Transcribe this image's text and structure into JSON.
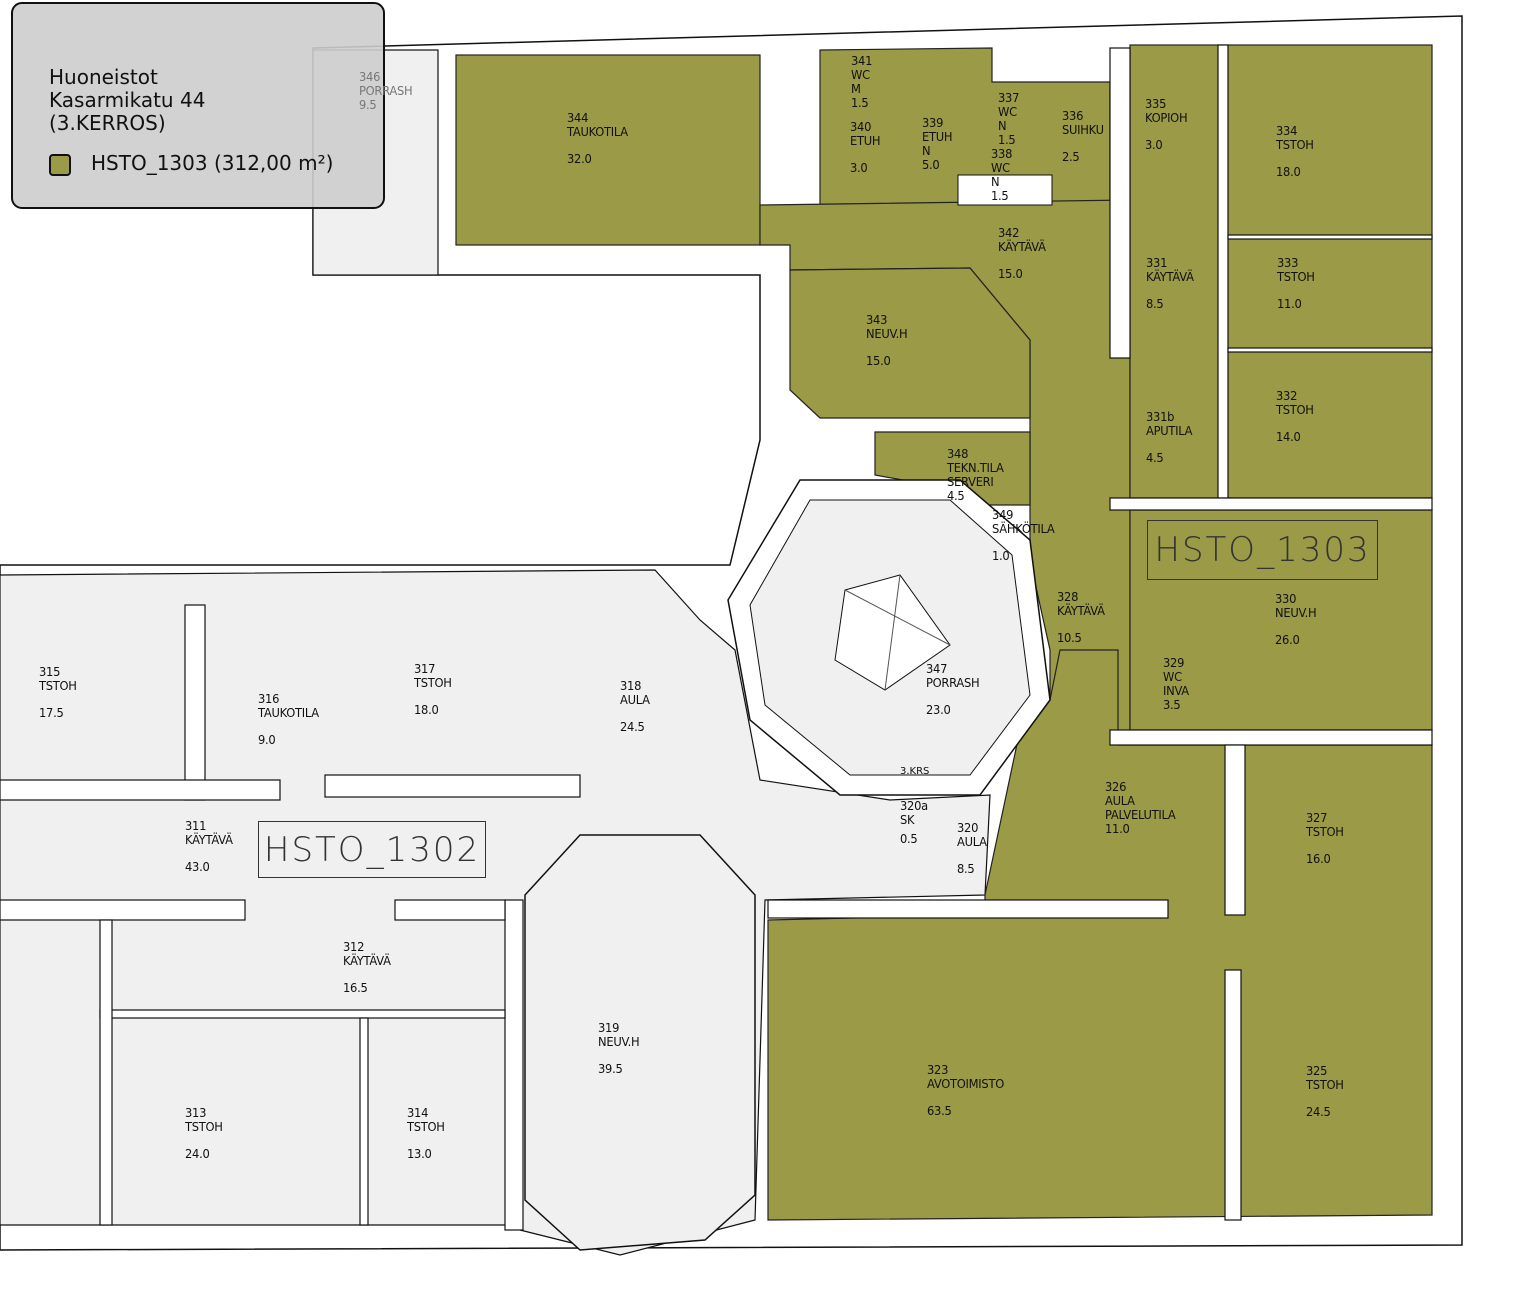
{
  "legend": {
    "title": "Huoneistot\nKasarmikatu 44\n(3.KERROS)",
    "item_label": "HSTO_1303 (312,00 m²)",
    "item_color": "#9b9a47"
  },
  "colors": {
    "highlight": "#9b9a47",
    "floor": "#f0f0f0",
    "wall": "#ffffff",
    "line": "#111111"
  },
  "zones": {
    "hsto_1303": "HSTO_1303",
    "hsto_1302": "HSTO_1302"
  },
  "stair_label": "3.KRS",
  "rooms": [
    {
      "no": "344",
      "name": "TAUKOTILA",
      "area": "32.0"
    },
    {
      "no": "341",
      "name": "WC\nM",
      "area": "1.5"
    },
    {
      "no": "340",
      "name": "ETUH",
      "area": "3.0"
    },
    {
      "no": "339",
      "name": "ETUH\nN",
      "area": "5.0"
    },
    {
      "no": "337",
      "name": "WC\nN",
      "area": "1.5"
    },
    {
      "no": "338",
      "name": "WC\nN",
      "area": "1.5"
    },
    {
      "no": "336",
      "name": "SUIHKU",
      "area": "2.5"
    },
    {
      "no": "335",
      "name": "KOPIOH",
      "area": "3.0"
    },
    {
      "no": "334",
      "name": "TSTOH",
      "area": "18.0"
    },
    {
      "no": "342",
      "name": "KÄYTÄVÄ",
      "area": "15.0"
    },
    {
      "no": "331",
      "name": "KÄYTÄVÄ",
      "area": "8.5"
    },
    {
      "no": "333",
      "name": "TSTOH",
      "area": "11.0"
    },
    {
      "no": "343",
      "name": "NEUV.H",
      "area": "15.0"
    },
    {
      "no": "332",
      "name": "TSTOH",
      "area": "14.0"
    },
    {
      "no": "331b",
      "name": "APUTILA",
      "area": "4.5"
    },
    {
      "no": "348",
      "name": "TEKN.TILA\nSERVERI",
      "area": "4.5"
    },
    {
      "no": "349",
      "name": "SÄHKÖTILA",
      "area": "1.0"
    },
    {
      "no": "346",
      "name": "PORRASH",
      "area": "9.5"
    },
    {
      "no": "330",
      "name": "NEUV.H",
      "area": "26.0"
    },
    {
      "no": "328",
      "name": "KÄYTÄVÄ",
      "area": "10.5"
    },
    {
      "no": "329",
      "name": "WC\nINVA",
      "area": "3.5"
    },
    {
      "no": "347",
      "name": "PORRASH",
      "area": "23.0"
    },
    {
      "no": "315",
      "name": "TSTOH",
      "area": "17.5"
    },
    {
      "no": "316",
      "name": "TAUKOTILA",
      "area": "9.0"
    },
    {
      "no": "317",
      "name": "TSTOH",
      "area": "18.0"
    },
    {
      "no": "318",
      "name": "AULA",
      "area": "24.5"
    },
    {
      "no": "311",
      "name": "KÄYTÄVÄ",
      "area": "43.0"
    },
    {
      "no": "326",
      "name": "AULA\nPALVELUTILA",
      "area": "11.0"
    },
    {
      "no": "327",
      "name": "TSTOH",
      "area": "16.0"
    },
    {
      "no": "320",
      "name": "AULA",
      "area": "8.5"
    },
    {
      "no": "320a",
      "name": "SK",
      "area": "0.5"
    },
    {
      "no": "312",
      "name": "KÄYTÄVÄ",
      "area": "16.5"
    },
    {
      "no": "319",
      "name": "NEUV.H",
      "area": "39.5"
    },
    {
      "no": "323",
      "name": "AVOTOIMISTO",
      "area": "63.5"
    },
    {
      "no": "325",
      "name": "TSTOH",
      "area": "24.5"
    },
    {
      "no": "313",
      "name": "TSTOH",
      "area": "24.0"
    },
    {
      "no": "314",
      "name": "TSTOH",
      "area": "13.0"
    }
  ]
}
